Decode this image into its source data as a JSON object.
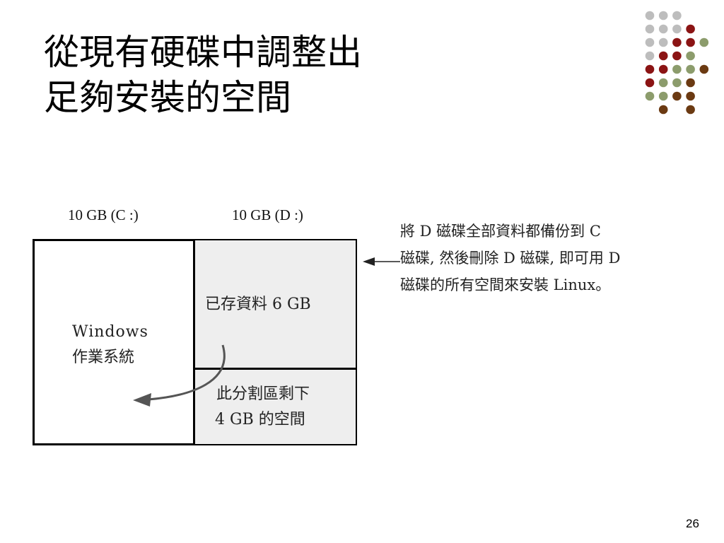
{
  "slide": {
    "title_line1": "從現有硬碟中調整出",
    "title_line2": "足夠安裝的空間",
    "page_number": "26"
  },
  "diagram": {
    "label_c": "10 GB (C :)",
    "label_d": "10 GB (D :)",
    "windows_line1": "Windows",
    "windows_line2": "作業系統",
    "existing_data": "已存資料 6 GB",
    "remaining_line1": "此分割區剩下",
    "remaining_line2": "4 GB 的空間"
  },
  "note": {
    "line1": "將 D 磁碟全部資料都備份到 C",
    "line2": "磁碟, 然後刪除 D 磁碟, 即可用 D",
    "line3": "磁碟的所有空間來安裝 Linux。"
  },
  "colors": {
    "gray": "#bdbdbd",
    "dark_red": "#8b1414",
    "olive": "#8c9c6c",
    "brown": "#6b3a12",
    "cell_fill": "#eeeeee"
  }
}
